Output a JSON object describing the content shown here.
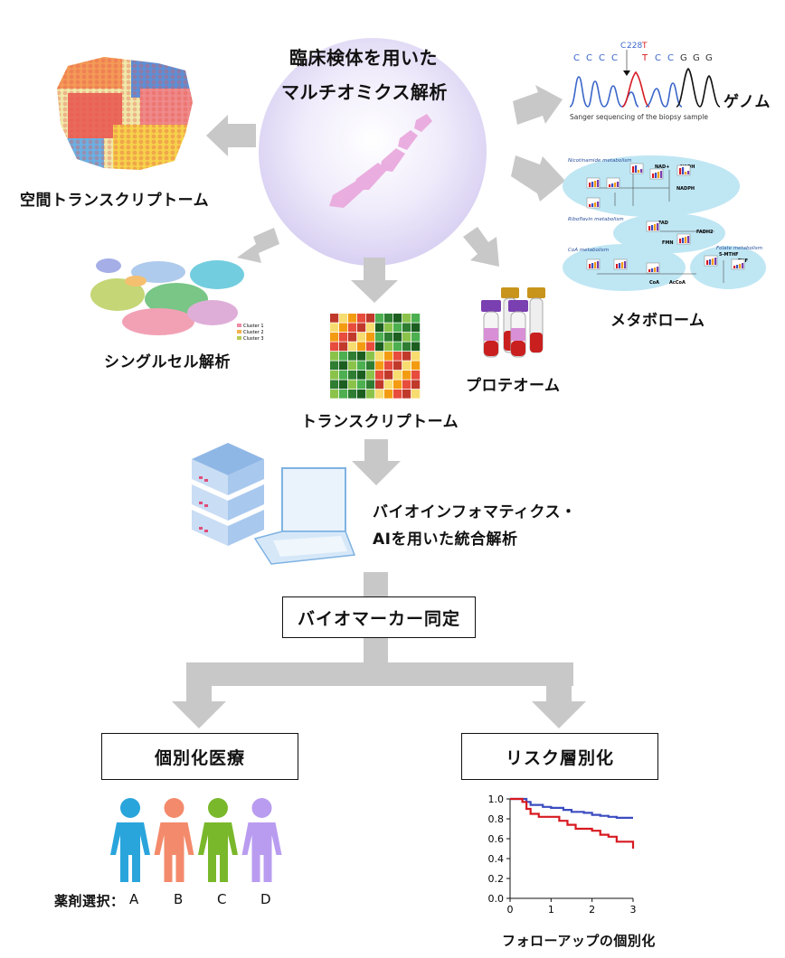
{
  "center": {
    "title_line1": "臨床検体を用いた",
    "title_line2": "マルチオミクス解析"
  },
  "omics": {
    "spatial": "空間トランスクリプトーム",
    "singlecell": "シングルセル解析",
    "transcriptome": "トランスクリプトーム",
    "proteome": "プロテオーム",
    "metabolome": "メタボローム",
    "genome": "ゲノム"
  },
  "singlecell_legend": [
    "Cluster 1",
    "Cluster 2",
    "Cluster 3"
  ],
  "sanger": {
    "caption": "Sanger sequencing of the biopsy sample",
    "mutation_ref": "C",
    "mutation_pos": "228",
    "mutation_alt": "T",
    "bases": [
      "C",
      "C",
      "C",
      "C",
      "T",
      "C",
      "C",
      "G",
      "G",
      "G"
    ]
  },
  "metabolism": {
    "nicotinamide": "Nicotinamide metabolism",
    "riboflavin": "Riboflavin metabolism",
    "coa": "CoA metabolism",
    "folate": "Folate metabolism",
    "nodes": [
      "NADH",
      "NAD+",
      "NADPH",
      "FAD",
      "FADH2",
      "FMN",
      "CoA",
      "AcCoA",
      "5-MTHF",
      "THF"
    ]
  },
  "analysis": {
    "line1": "バイオインフォマティクス・",
    "line2": "AIを用いた統合解析"
  },
  "biomarker": "バイオマーカー同定",
  "personalized": "個別化医療",
  "risk": "リスク層別化",
  "drug_select": {
    "label": "薬剤選択：",
    "options": [
      "A",
      "B",
      "C",
      "D"
    ],
    "colors": [
      "#2aa5dc",
      "#f38a6b",
      "#7ab82b",
      "#b99cf0"
    ]
  },
  "followup": "フォローアップの個別化",
  "chart_data": {
    "type": "line",
    "xlim": [
      0,
      3
    ],
    "ylim": [
      0,
      1.0
    ],
    "xticks": [
      "0",
      "1",
      "2",
      "3"
    ],
    "yticks": [
      "0.0",
      "0.2",
      "0.4",
      "0.6",
      "0.8",
      "1.0"
    ],
    "series": [
      {
        "color": "#3b4cc0",
        "x": [
          0,
          0.4,
          0.5,
          0.8,
          1.0,
          1.3,
          1.5,
          1.8,
          2.0,
          2.2,
          2.4,
          2.6,
          3.0
        ],
        "y": [
          1.0,
          0.97,
          0.94,
          0.92,
          0.91,
          0.89,
          0.87,
          0.86,
          0.84,
          0.83,
          0.82,
          0.81,
          0.81
        ]
      },
      {
        "color": "#d71920",
        "x": [
          0,
          0.3,
          0.4,
          0.5,
          0.7,
          1.0,
          1.2,
          1.4,
          1.6,
          2.0,
          2.2,
          2.4,
          2.6,
          2.95,
          3.0
        ],
        "y": [
          1.0,
          0.97,
          0.9,
          0.85,
          0.82,
          0.82,
          0.78,
          0.74,
          0.7,
          0.68,
          0.64,
          0.62,
          0.57,
          0.57,
          0.5
        ]
      }
    ]
  }
}
